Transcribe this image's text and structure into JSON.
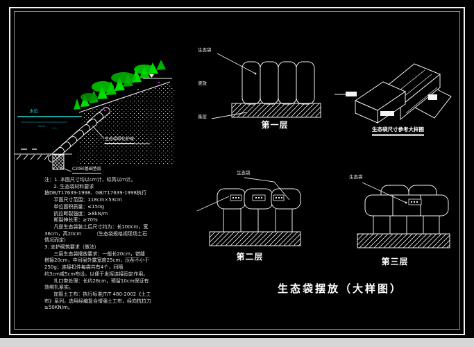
{
  "page": {
    "bg": "#000000",
    "frame_color": "#f5f5f5",
    "bottom_strip_color": "#d6d6d6",
    "line_color": "#ffffff",
    "vegetation_color": "#00dd00",
    "water_color": "#27d7d7"
  },
  "main_title": "生态袋摆放（大样图）",
  "cross_section": {
    "water_label": "水位",
    "slope_label": "生态袋绿化护坡",
    "foundation_label": "C20砼基础垫层",
    "elevation_marker": "▽"
  },
  "layer1": {
    "title": "第一层",
    "labels": {
      "bag": "生态袋",
      "placement": "竖放",
      "base": "基层"
    }
  },
  "layer2": {
    "title": "第二层",
    "label_bag": "生态袋"
  },
  "layer3": {
    "title": "第三层",
    "label_bag": "生态袋"
  },
  "iso": {
    "title": "生态袋尺寸参考大样图"
  },
  "notes": {
    "lines": [
      "注：1. 本图尺寸均以cm计，标高以m计。",
      "      2. 生态袋材料要求",
      "按DB/T17639-1998、GB/T17639-1998执行",
      "      平面尺寸范围：118cm×53cm",
      "      单位面积质量：≤150g",
      "      抗拉断裂强度：≥8kN/m",
      "      断裂伸长率：≥70%",
      "      凡是生态袋装土后尺寸约为：长100cm，宽",
      "36cm，高20cm        （生态袋规格视现场土石",
      "情况而定）",
      "3. 支护砌筑要求（做法）",
      "      三层生态袋摆放要求：一般长20cm，错缝",
      "搭接20cm，中间层外露宽度25cm，压茬不小于",
      "250g；连接扣件每袋共有4个，间隔",
      "约3cm或5cm布设，以便于发挥连接固定作用。",
      "      扎口带处理：长约28cm，预留10cm保证有",
      "效绑扎紧实。",
      "      加筋土工布：执行标准JT/T 480-2002《土工",
      "布》系列，选用经编复合增强土工布，经向抗拉力",
      "≥50KN/m。"
    ]
  }
}
